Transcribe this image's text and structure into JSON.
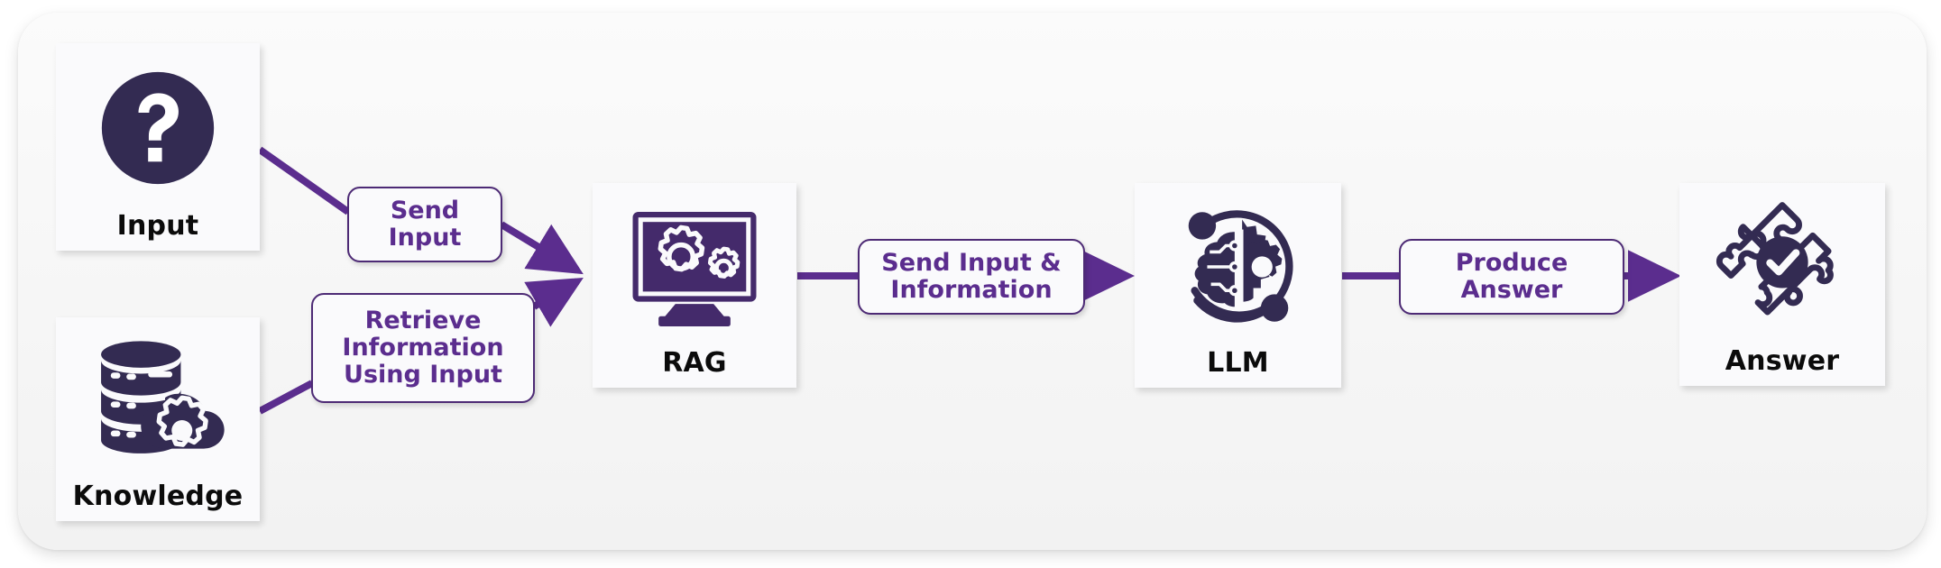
{
  "diagram": {
    "title": "RAG pipeline flow",
    "colors": {
      "panel_bg": "#f6f6f6",
      "node_bg": "#fafafc",
      "icon_dark": "#332b52",
      "icon_purple": "#442a6b",
      "connector": "#5b2d8e",
      "pill_text": "#5b2d8e",
      "pill_border": "#4d2a75",
      "node_label": "#0b0b0b"
    },
    "nodes": [
      {
        "id": "input",
        "label": "Input",
        "icon": "question-mark-circle-icon"
      },
      {
        "id": "knowledge",
        "label": "Knowledge",
        "icon": "database-gear-icon"
      },
      {
        "id": "rag",
        "label": "RAG",
        "icon": "monitor-gears-icon"
      },
      {
        "id": "llm",
        "label": "LLM",
        "icon": "brain-gear-circuit-icon"
      },
      {
        "id": "answer",
        "label": "Answer",
        "icon": "puzzle-check-icon"
      }
    ],
    "edges": [
      {
        "id": "input-to-rag",
        "from": "input",
        "to": "rag",
        "label_lines": [
          "Send",
          "Input"
        ]
      },
      {
        "id": "knowledge-to-rag",
        "from": "knowledge",
        "to": "rag",
        "label_lines": [
          "Retrieve",
          "Information",
          "Using Input"
        ]
      },
      {
        "id": "rag-to-llm",
        "from": "rag",
        "to": "llm",
        "label_lines": [
          "Send Input &",
          "Information"
        ]
      },
      {
        "id": "llm-to-answer",
        "from": "llm",
        "to": "answer",
        "label_lines": [
          "Produce",
          "Answer"
        ]
      }
    ]
  }
}
